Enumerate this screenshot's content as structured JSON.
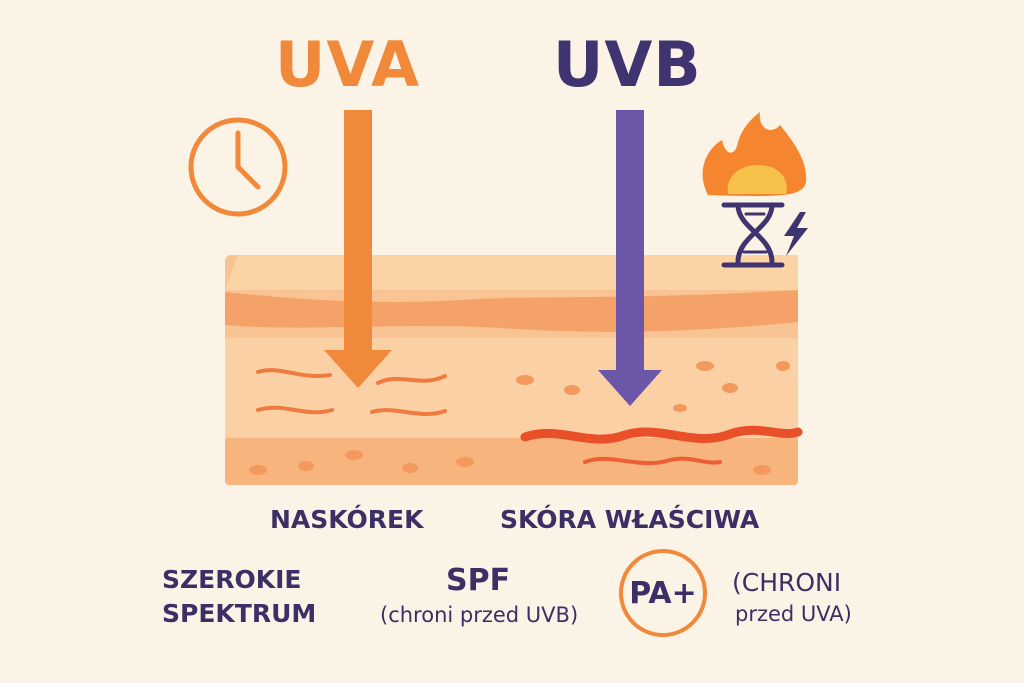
{
  "rays": {
    "uva": {
      "label": "UVA",
      "color": "#f1893a"
    },
    "uvb": {
      "label": "UVB",
      "color": "#6b56a8"
    }
  },
  "layers": {
    "epidermis": "NASKÓREK",
    "dermis": "SKÓRA WŁAŚCIWA"
  },
  "legend": {
    "broad_spectrum": {
      "line1": "SZEROKIE",
      "line2": "SPEKTRUM"
    },
    "spf": {
      "title": "SPF",
      "note": "(chroni przed UVB)"
    },
    "pa": {
      "badge": "PA+",
      "note_line1": "(CHRONI",
      "note_line2": "przed UVA)"
    }
  },
  "icons": [
    "clock-icon",
    "sunburn-icon",
    "dna-icon",
    "lightning-icon"
  ],
  "colors": {
    "background": "#fbf3e6",
    "skin": "#f9c493",
    "burn": "#e9502a",
    "text": "#3b2f66"
  }
}
